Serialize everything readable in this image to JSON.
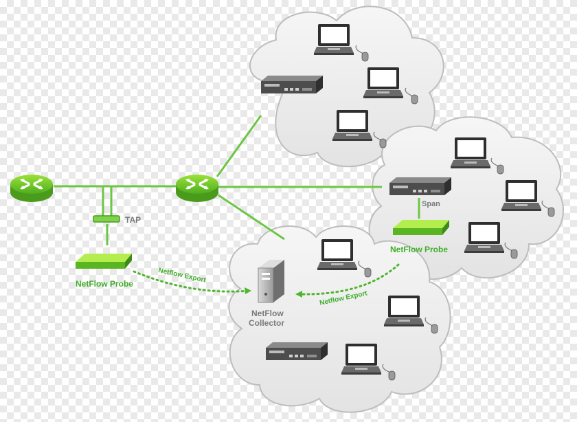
{
  "labels": {
    "tap": "TAP",
    "span": "Span",
    "probe_left": "NetFlow Probe",
    "probe_right": "NetFlow Probe",
    "export_left": "Netflow Export",
    "export_right": "Netflow Export",
    "collector_line1": "NetFlow",
    "collector_line2": "Collector"
  },
  "icons": {
    "router": "router-icon",
    "probe": "netflow-probe-icon",
    "server": "rack-server-icon",
    "laptop": "laptop-icon",
    "mouse": "mouse-icon",
    "collector": "tower-server-icon",
    "cloud": "network-cloud"
  },
  "colors": {
    "accent_green": "#6cc644",
    "label_green": "#3fae29",
    "cloud_fill": "#eeeeee",
    "cloud_stroke": "#bdbdbd",
    "device_dark": "#555555"
  }
}
